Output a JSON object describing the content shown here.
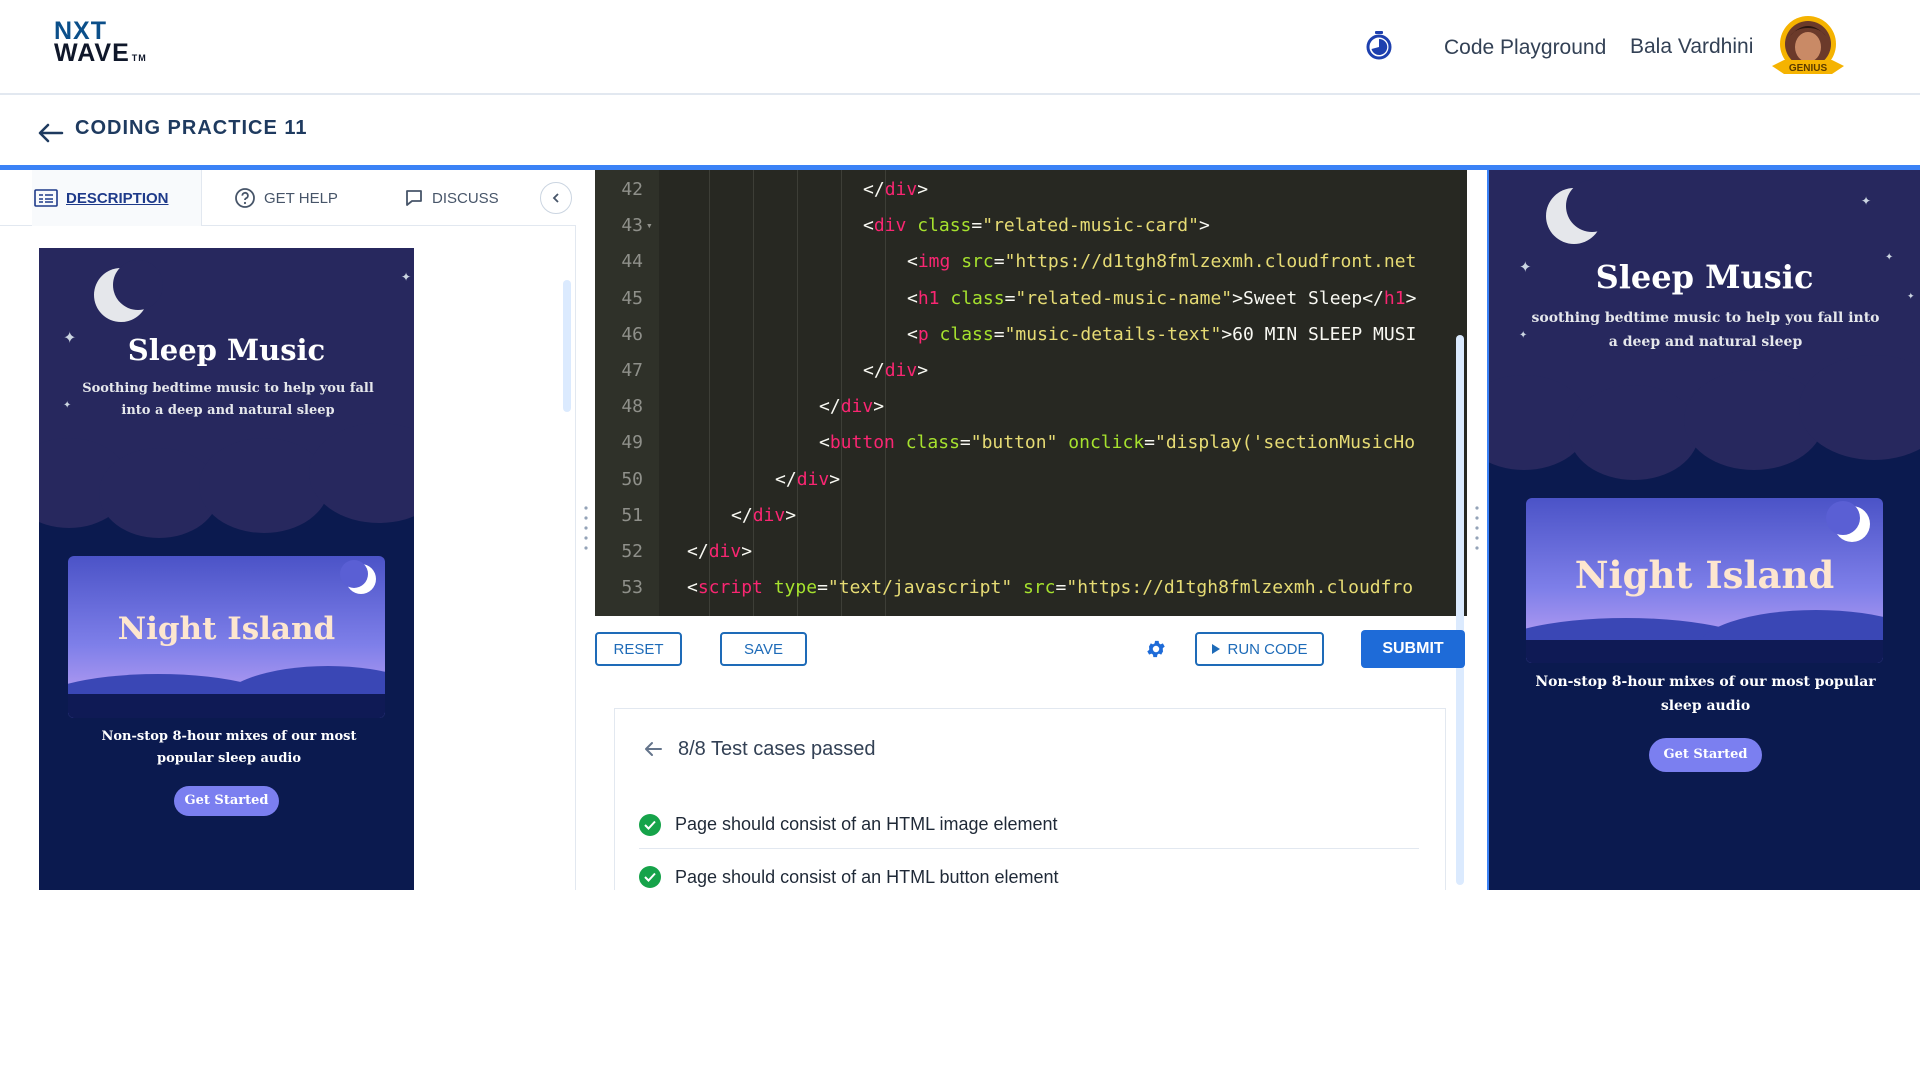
{
  "brand": {
    "line1": "NXT",
    "line2": "WAVE",
    "tm": "TM"
  },
  "header": {
    "nav_link": "Code Playground",
    "user_name": "Bala Vardhini",
    "badge": "GENIUS"
  },
  "subheader": {
    "title": "CODING PRACTICE 11"
  },
  "tabs": [
    {
      "label": "DESCRIPTION"
    },
    {
      "label": "GET HELP"
    },
    {
      "label": "DISCUSS"
    }
  ],
  "preview": {
    "title": "Sleep Music",
    "subtitle_left": "Soothing bedtime music to help you fall into a deep and natural sleep",
    "subtitle_right": "soothing bedtime music to help you fall into a deep and natural sleep",
    "card_title": "Night Island",
    "card_desc": "Non-stop 8-hour mixes of our most popular sleep audio",
    "button": "Get Started"
  },
  "editor": {
    "lines": [
      {
        "n": "42",
        "indent": 5,
        "tokens": [
          [
            "pun",
            "</"
          ],
          [
            "tag",
            "div"
          ],
          [
            "pun",
            ">"
          ]
        ]
      },
      {
        "n": "43",
        "indent": 5,
        "fold": true,
        "tokens": [
          [
            "pun",
            "<"
          ],
          [
            "tag",
            "div"
          ],
          [
            "pun",
            " "
          ],
          [
            "attr",
            "class"
          ],
          [
            "pun",
            "="
          ],
          [
            "str",
            "\"related-music-card\""
          ],
          [
            "pun",
            ">"
          ]
        ]
      },
      {
        "n": "44",
        "indent": 6,
        "tokens": [
          [
            "pun",
            "<"
          ],
          [
            "tag",
            "img"
          ],
          [
            "pun",
            " "
          ],
          [
            "attr",
            "src"
          ],
          [
            "pun",
            "="
          ],
          [
            "str",
            "\"https://d1tgh8fmlzexmh.cloudfront.net"
          ]
        ]
      },
      {
        "n": "45",
        "indent": 6,
        "tokens": [
          [
            "pun",
            "<"
          ],
          [
            "tag",
            "h1"
          ],
          [
            "pun",
            " "
          ],
          [
            "attr",
            "class"
          ],
          [
            "pun",
            "="
          ],
          [
            "str",
            "\"related-music-name\""
          ],
          [
            "pun",
            ">Sweet Sleep</"
          ],
          [
            "tag",
            "h1"
          ],
          [
            "pun",
            ">"
          ]
        ]
      },
      {
        "n": "46",
        "indent": 6,
        "tokens": [
          [
            "pun",
            "<"
          ],
          [
            "tag",
            "p"
          ],
          [
            "pun",
            " "
          ],
          [
            "attr",
            "class"
          ],
          [
            "pun",
            "="
          ],
          [
            "str",
            "\"music-details-text\""
          ],
          [
            "pun",
            ">60 MIN SLEEP MUSI"
          ]
        ]
      },
      {
        "n": "47",
        "indent": 5,
        "tokens": [
          [
            "pun",
            "</"
          ],
          [
            "tag",
            "div"
          ],
          [
            "pun",
            ">"
          ]
        ]
      },
      {
        "n": "48",
        "indent": 4,
        "tokens": [
          [
            "pun",
            "</"
          ],
          [
            "tag",
            "div"
          ],
          [
            "pun",
            ">"
          ]
        ]
      },
      {
        "n": "49",
        "indent": 4,
        "tokens": [
          [
            "pun",
            "<"
          ],
          [
            "tag",
            "button"
          ],
          [
            "pun",
            " "
          ],
          [
            "attr",
            "class"
          ],
          [
            "pun",
            "="
          ],
          [
            "str",
            "\"button\""
          ],
          [
            "pun",
            " "
          ],
          [
            "attr",
            "onclick"
          ],
          [
            "pun",
            "="
          ],
          [
            "str",
            "\"display('sectionMusicHo"
          ]
        ]
      },
      {
        "n": "50",
        "indent": 3,
        "tokens": [
          [
            "pun",
            "</"
          ],
          [
            "tag",
            "div"
          ],
          [
            "pun",
            ">"
          ]
        ]
      },
      {
        "n": "51",
        "indent": 2,
        "tokens": [
          [
            "pun",
            "</"
          ],
          [
            "tag",
            "div"
          ],
          [
            "pun",
            ">"
          ]
        ]
      },
      {
        "n": "52",
        "indent": 1,
        "tokens": [
          [
            "pun",
            "</"
          ],
          [
            "tag",
            "div"
          ],
          [
            "pun",
            ">"
          ]
        ]
      },
      {
        "n": "53",
        "indent": 1,
        "tokens": [
          [
            "pun",
            "<"
          ],
          [
            "tag",
            "script"
          ],
          [
            "pun",
            " "
          ],
          [
            "attr",
            "type"
          ],
          [
            "pun",
            "="
          ],
          [
            "str",
            "\"text/javascript\""
          ],
          [
            "pun",
            " "
          ],
          [
            "attr",
            "src"
          ],
          [
            "pun",
            "="
          ],
          [
            "str",
            "\"https://d1tgh8fmlzexmh.cloudfro"
          ]
        ]
      }
    ]
  },
  "toolbar": {
    "reset": "RESET",
    "save": "SAVE",
    "run": "RUN CODE",
    "submit": "SUBMIT"
  },
  "results": {
    "title": "8/8 Test cases passed",
    "cases": [
      "Page should consist of an HTML image element",
      "Page should consist of an HTML button element"
    ]
  },
  "colors": {
    "accent": "#3b82f6",
    "brand": "#0b4f8a",
    "success": "#16a34a",
    "editor_bg": "#272822",
    "preview_bg": "#0b1a4f"
  },
  "icons": [
    "timer-icon",
    "back-arrow-icon",
    "description-icon",
    "help-icon",
    "discuss-icon",
    "chevron-left-icon",
    "gear-icon",
    "play-icon",
    "check-icon"
  ]
}
